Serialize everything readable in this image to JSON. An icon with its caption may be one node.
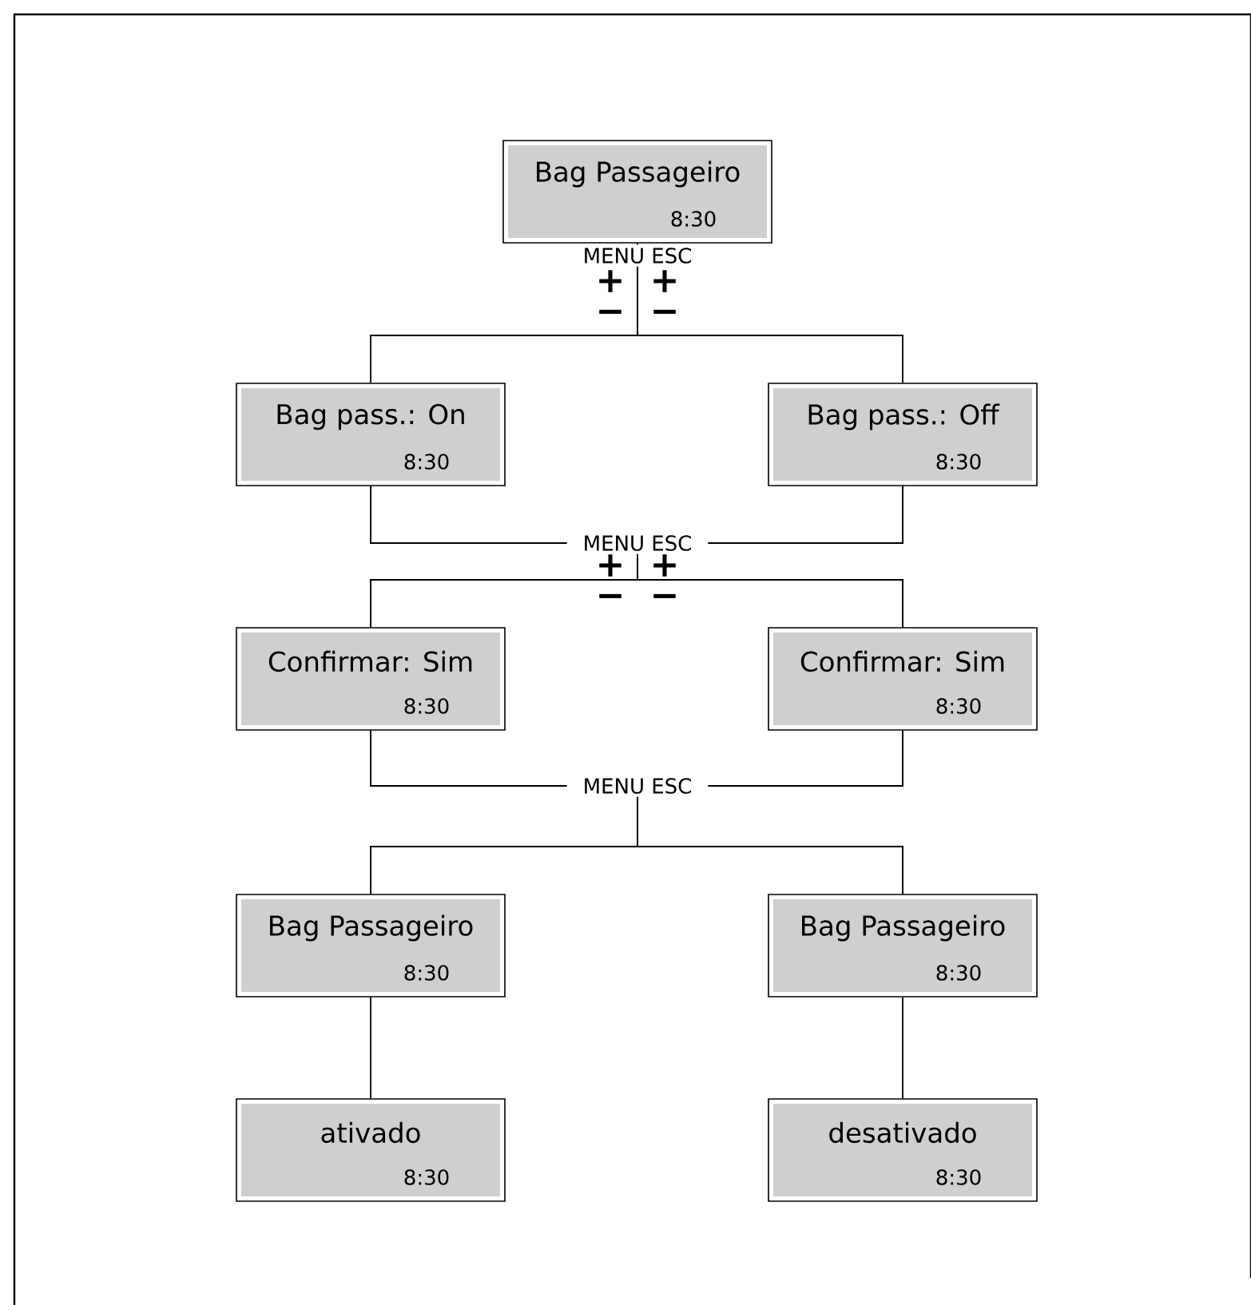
{
  "diagram": {
    "nodes": [
      {
        "text": [
          "Bag Passageiro",
          "8:30"
        ]
      },
      {
        "text": [
          "Bag pass.: On",
          "8:30"
        ]
      },
      {
        "text": [
          "Bag pass.: Off",
          "8:30"
        ]
      },
      {
        "text": [
          "Confirmar: Sim",
          "8:30"
        ]
      },
      {
        "text": [
          "Confirmar: Sim",
          "8:30"
        ]
      },
      {
        "text": [
          "Bag Passageiro",
          "8:30"
        ]
      },
      {
        "text": [
          "Bag Passageiro",
          "8:30"
        ]
      },
      {
        "text": [
          "ativado",
          "8:30"
        ]
      },
      {
        "text": [
          "desativado",
          "8:30"
        ]
      }
    ],
    "edges": [
      {
        "from": 0,
        "to": 1,
        "arrow": "none"
      },
      {
        "from": 0,
        "to": 2,
        "arrow": "none"
      },
      {
        "from": 1,
        "to": 3,
        "arrow": "none"
      },
      {
        "from": 1,
        "to": 4,
        "arrow": "none"
      },
      {
        "from": 2,
        "to": 3,
        "arrow": "none"
      },
      {
        "from": 2,
        "to": 4,
        "arrow": "none"
      },
      {
        "from": 3,
        "to": 5,
        "arrow": "none"
      },
      {
        "from": 3,
        "to": 6,
        "arrow": "none"
      },
      {
        "from": 4,
        "to": 5,
        "arrow": "none"
      },
      {
        "from": 4,
        "to": 6,
        "arrow": "none"
      },
      {
        "from": 5,
        "to": 7,
        "arrow": "none"
      },
      {
        "from": 6,
        "to": 8,
        "arrow": "none"
      }
    ],
    "labels": [
      "MENU ESC",
      "+",
      "+",
      "−",
      "−",
      "MENU ESC",
      "+",
      "+",
      "−",
      "−",
      "MENU ESC"
    ]
  }
}
